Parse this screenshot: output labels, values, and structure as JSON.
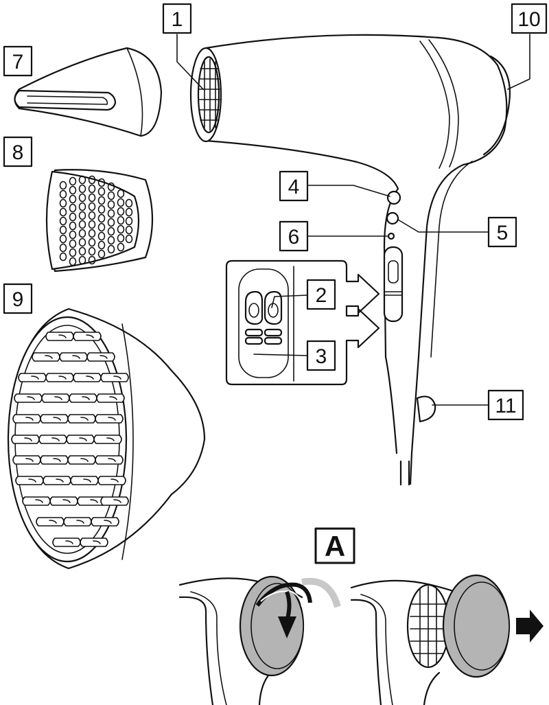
{
  "callouts": {
    "c1": "1",
    "c2": "2",
    "c3": "3",
    "c4": "4",
    "c5": "5",
    "c6": "6",
    "c7": "7",
    "c8": "8",
    "c9": "9",
    "c10": "10",
    "c11": "11"
  },
  "panel_label": "A",
  "colors": {
    "line": "#111111",
    "filter_grey": "#b4b4b4",
    "arrow_grey": "#c8c8c8"
  }
}
